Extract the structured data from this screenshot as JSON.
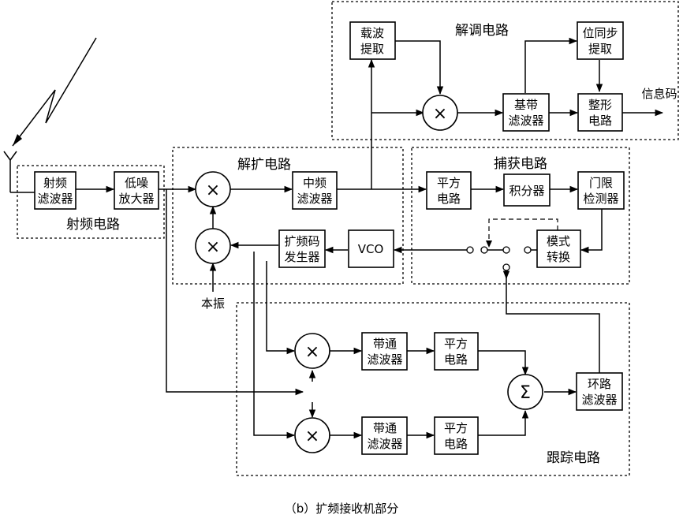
{
  "caption": "（b）扩频接收机部分",
  "groups": {
    "demod": "解调电路",
    "despread": "解扩电路",
    "capture": "捕获电路",
    "rf": "射频电路",
    "track": "跟踪电路"
  },
  "blocks": {
    "rf_filter": [
      "射频",
      "滤波器"
    ],
    "lna": [
      "低噪",
      "放大器"
    ],
    "if_filter": [
      "中频",
      "滤波器"
    ],
    "carrier": [
      "载波",
      "提取"
    ],
    "bb_filter": [
      "基带",
      "滤波器"
    ],
    "bitsync": [
      "位同步",
      "提取"
    ],
    "shaping": [
      "整形",
      "电路"
    ],
    "cap_square": [
      "平方",
      "电路"
    ],
    "integrator": [
      "积分器"
    ],
    "threshold": [
      "门限",
      "检测器"
    ],
    "mode": [
      "模式",
      "转换"
    ],
    "vco": [
      "VCO"
    ],
    "codegen": [
      "扩频码",
      "发生器"
    ],
    "bp1": [
      "带通",
      "滤波器"
    ],
    "sq1": [
      "平方",
      "电路"
    ],
    "bp2": [
      "带通",
      "滤波器"
    ],
    "sq2": [
      "平方",
      "电路"
    ],
    "loop": [
      "环路",
      "滤波器"
    ]
  },
  "labels": {
    "output": "信息码",
    "lo": "本振"
  },
  "symbols": {
    "multiply": "×",
    "sum": "Σ"
  }
}
